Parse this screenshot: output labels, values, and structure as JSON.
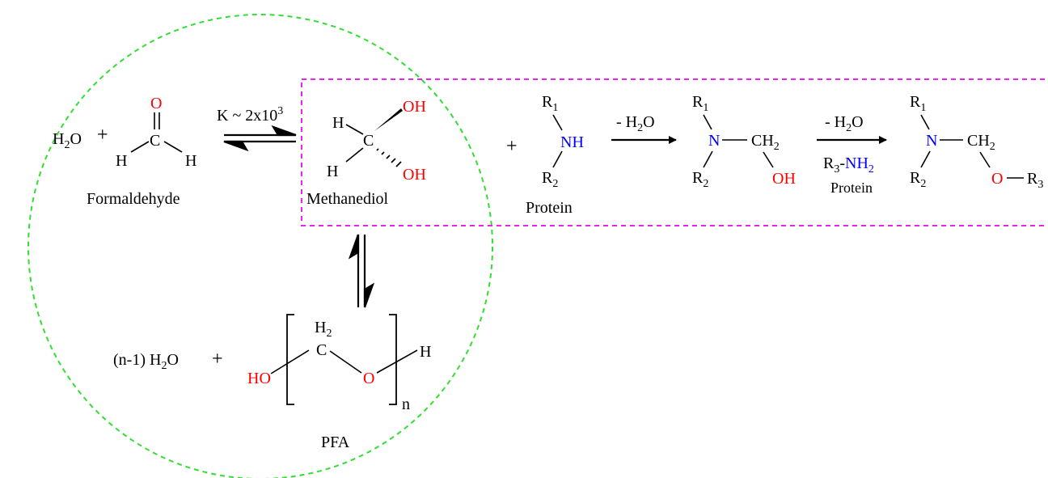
{
  "colors": {
    "black": "#000000",
    "oxygen": "#ff0000",
    "nitrogen": "#0000ff",
    "circle": "#33dd33",
    "box": "#ee22ee"
  },
  "equilibrium": {
    "water": {
      "main": "H",
      "sub": "2",
      "tail": "O"
    },
    "plus": "+",
    "formaldehyde": {
      "o": "O",
      "c": "C",
      "h1": "H",
      "h2": "H",
      "name": "Formaldehyde"
    },
    "k": {
      "main": "K ~ 2x10",
      "sup": "3"
    }
  },
  "methanediol": {
    "c": "C",
    "h1": "H",
    "h2": "H",
    "oh1": "OH",
    "oh2": "OH",
    "name": "Methanediol"
  },
  "protein": {
    "plus": "+",
    "r1": {
      "main": "R",
      "sub": "1"
    },
    "nh": "NH",
    "r2": {
      "main": "R",
      "sub": "2"
    },
    "name": "Protein"
  },
  "step1": {
    "main": "- H",
    "sub": "2",
    "tail": "O"
  },
  "hydroxymethyl": {
    "r1": {
      "main": "R",
      "sub": "1"
    },
    "n": "N",
    "ch2": {
      "main": "CH",
      "sub": "2"
    },
    "r2": {
      "main": "R",
      "sub": "2"
    },
    "oh": "OH"
  },
  "step2": {
    "top": {
      "main": "- H",
      "sub": "2",
      "tail": "O"
    },
    "amine": {
      "r": "R",
      "rsub": "3",
      "dash": "-",
      "nh": "NH",
      "nhsub": "2"
    },
    "name": "Protein"
  },
  "crosslink": {
    "r1": {
      "main": "R",
      "sub": "1"
    },
    "n": "N",
    "ch2": {
      "main": "CH",
      "sub": "2"
    },
    "r2": {
      "main": "R",
      "sub": "2"
    },
    "o": "O",
    "r3": {
      "main": "R",
      "sub": "3"
    }
  },
  "polymer": {
    "water": {
      "pre": "(n-1) H",
      "sub": "2",
      "tail": "O"
    },
    "plus": "+",
    "ho": "HO",
    "h2": {
      "main": "H",
      "sub": "2"
    },
    "c": "C",
    "o": "O",
    "h": "H",
    "n": "n",
    "name": "PFA"
  }
}
